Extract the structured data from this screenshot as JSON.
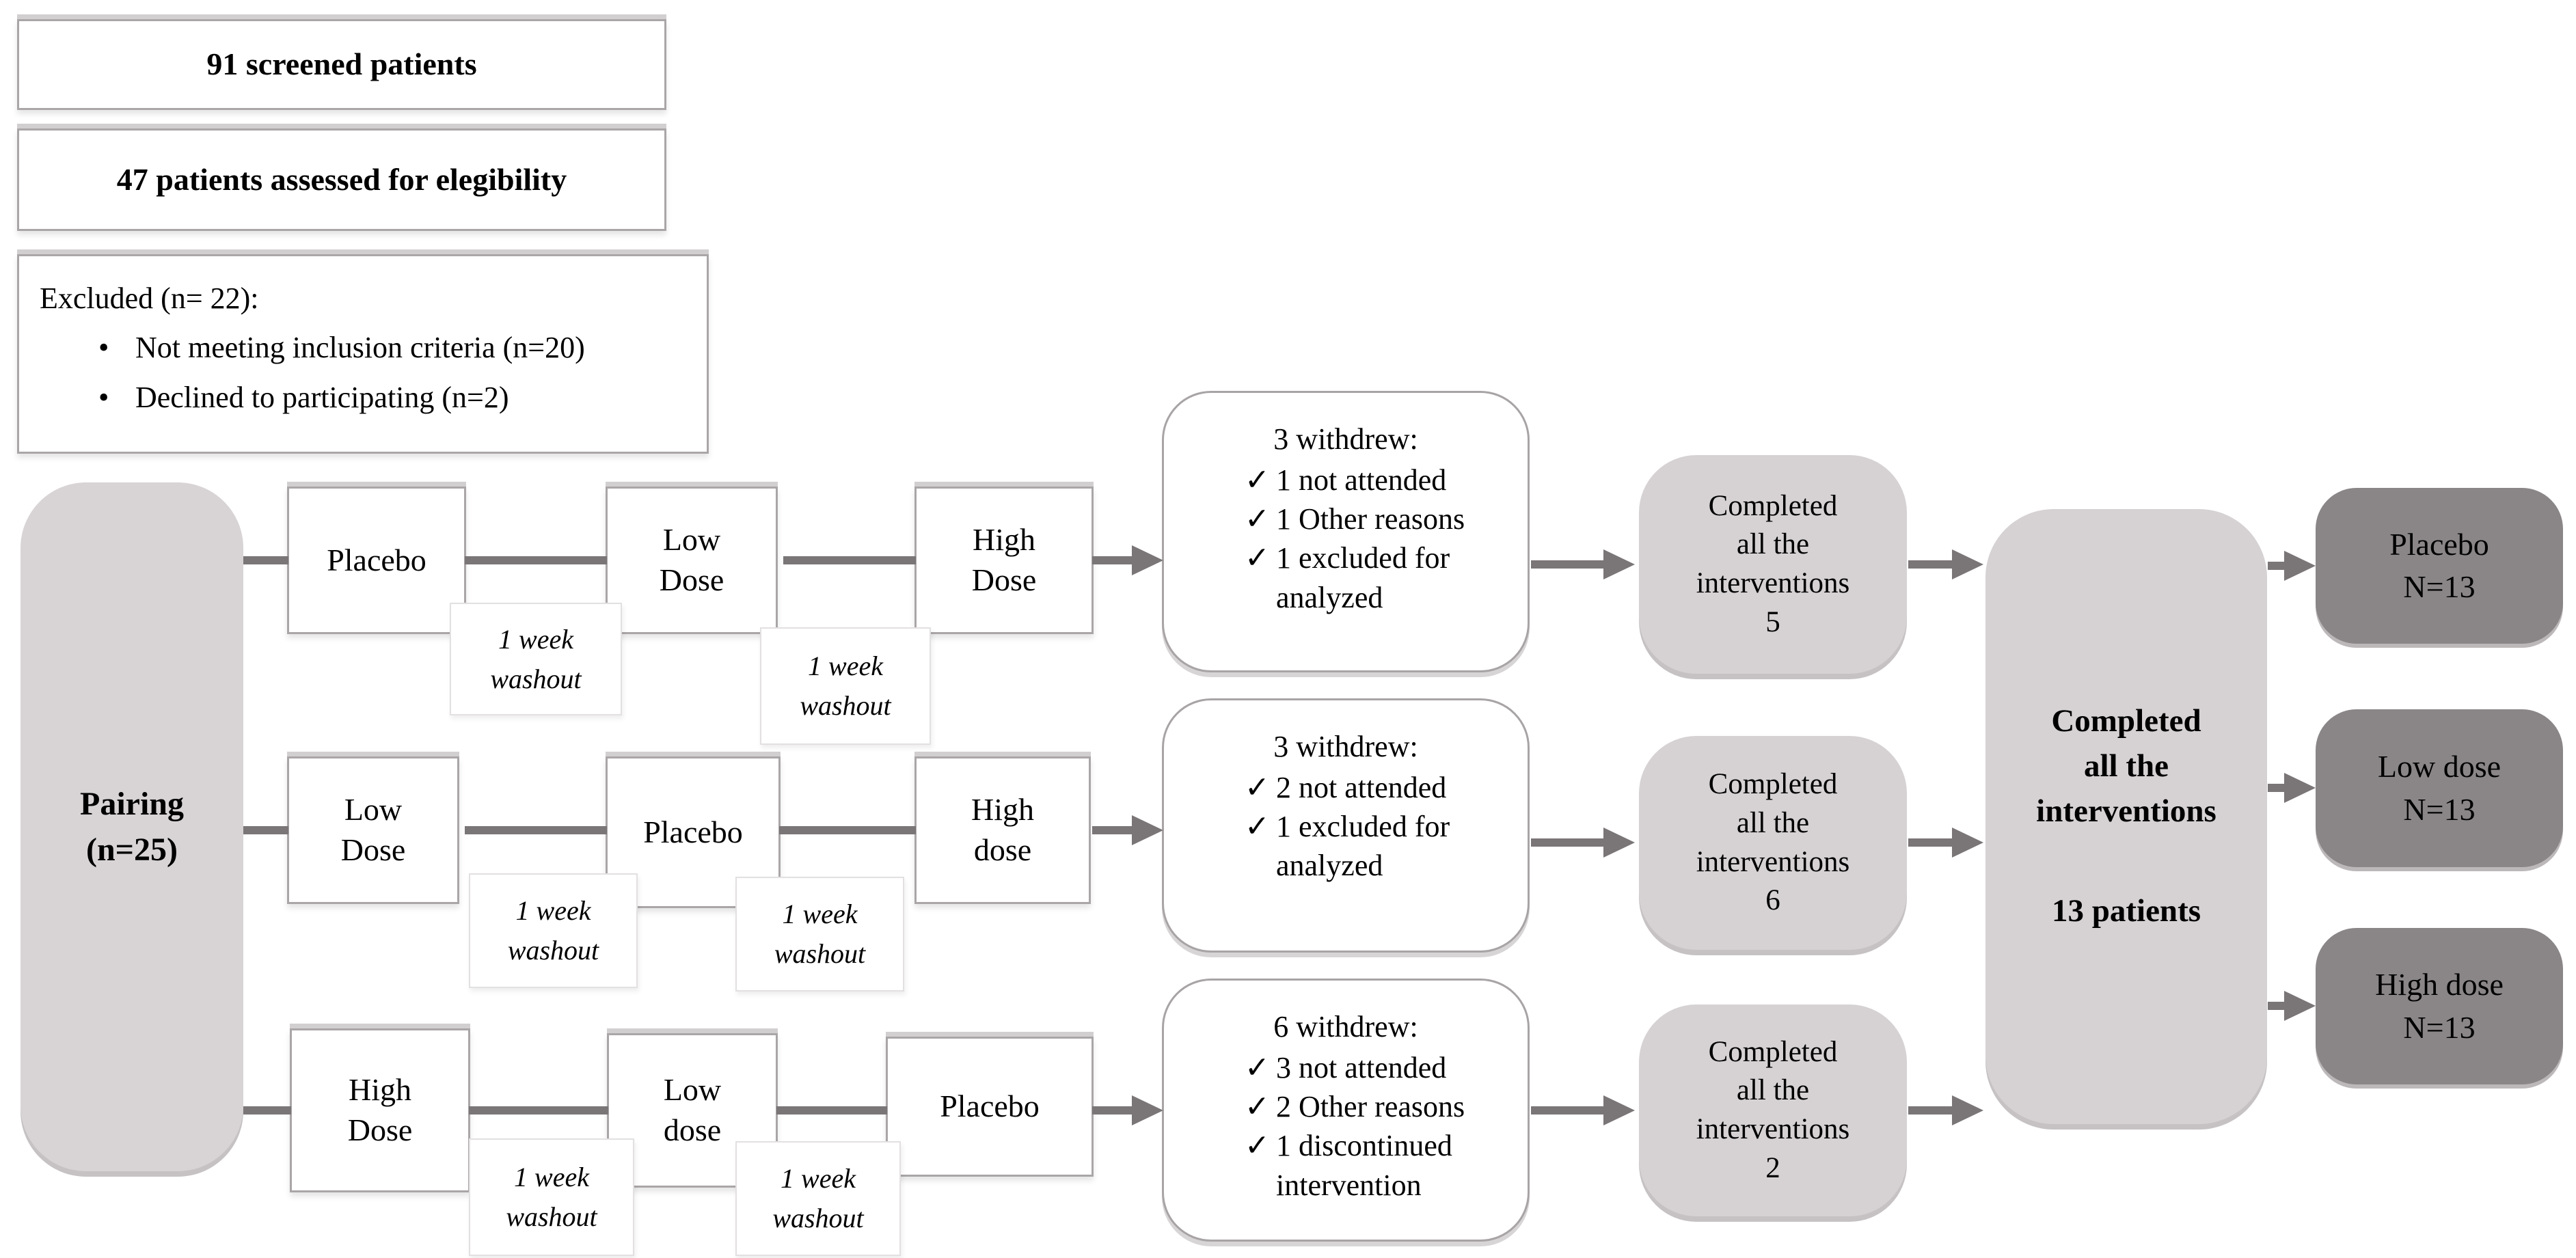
{
  "colors": {
    "background": "#ffffff",
    "box_border": "#aaa6a7",
    "light_gray_fill": "#d6d2d3",
    "dark_gray_fill": "#8a8687",
    "arrow": "#7a7577",
    "text": "#000000"
  },
  "icons": {
    "check": "✓",
    "bullet": "•"
  },
  "screening": {
    "screened": "91 screened patients",
    "assessed": "47 patients assessed for elegibility"
  },
  "excluded": {
    "title": "Excluded (n= 22):",
    "items": [
      "Not meeting inclusion criteria (n=20)",
      "Declined to participating  (n=2)"
    ]
  },
  "pairing": {
    "line1": "Pairing",
    "line2": "(n=25)"
  },
  "washout_label": "1 week washout",
  "rows": [
    {
      "sequence": [
        [
          "Placebo"
        ],
        [
          "Low",
          "Dose"
        ],
        [
          "High",
          "Dose"
        ]
      ],
      "withdrew": {
        "title": "3 withdrew:",
        "items": [
          "1 not attended",
          "1 Other reasons",
          "1 excluded for analyzed"
        ]
      },
      "completed": {
        "line1": "Completed",
        "line2": "all the",
        "line3": "interventions",
        "count": "5"
      }
    },
    {
      "sequence": [
        [
          "Low",
          "Dose"
        ],
        [
          "Placebo"
        ],
        [
          "High",
          "dose"
        ]
      ],
      "withdrew": {
        "title": "3 withdrew:",
        "items": [
          "2 not attended",
          "1 excluded for analyzed"
        ]
      },
      "completed": {
        "line1": "Completed",
        "line2": "all the",
        "line3": "interventions",
        "count": "6"
      }
    },
    {
      "sequence": [
        [
          "High",
          "Dose"
        ],
        [
          "Low",
          "dose"
        ],
        [
          "Placebo"
        ]
      ],
      "withdrew": {
        "title": "6 withdrew:",
        "items": [
          "3 not attended",
          "2 Other reasons",
          "1 discontinued intervention"
        ]
      },
      "completed": {
        "line1": "Completed",
        "line2": "all the",
        "line3": "interventions",
        "count": "2"
      }
    }
  ],
  "final": {
    "line1": "Completed",
    "line2": "all the",
    "line3": "interventions",
    "patients": "13 patients"
  },
  "outcomes": [
    {
      "name": "Placebo",
      "n": "N=13"
    },
    {
      "name": "Low dose",
      "n": "N=13"
    },
    {
      "name": "High dose",
      "n": "N=13"
    }
  ]
}
